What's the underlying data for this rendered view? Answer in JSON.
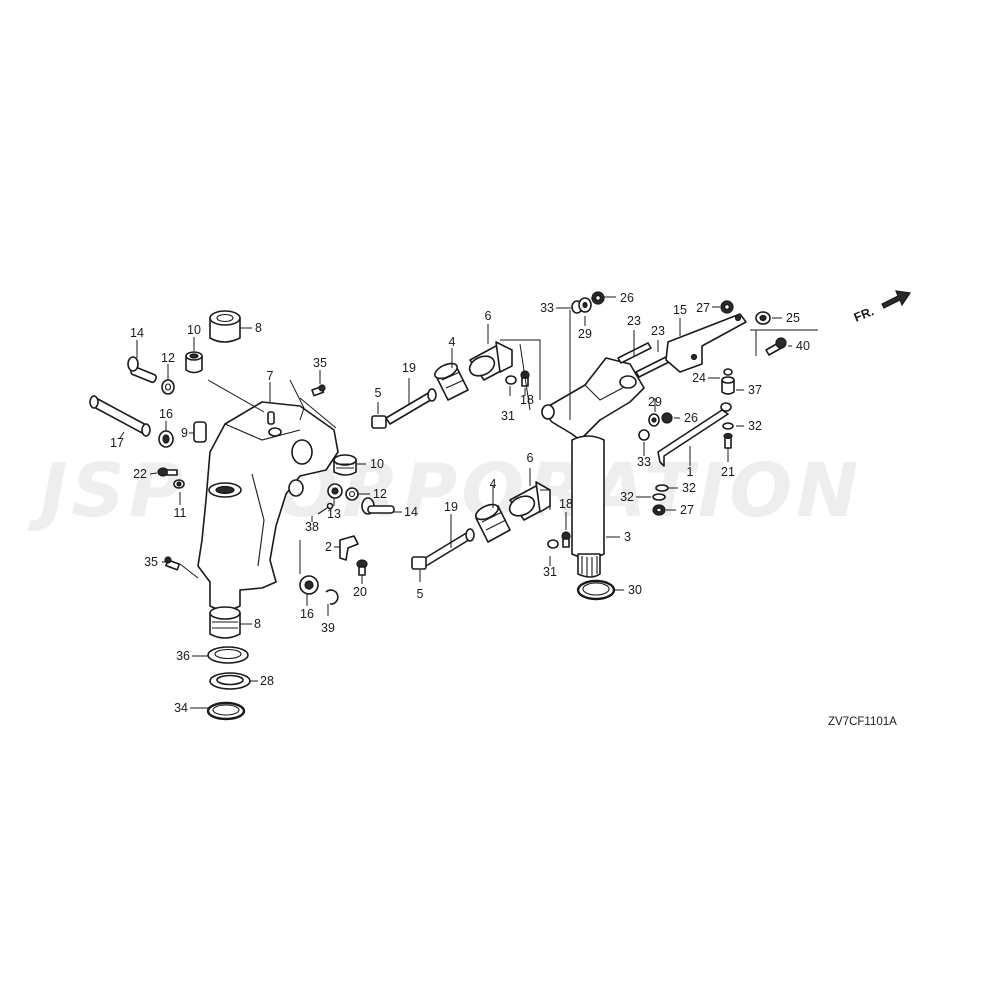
{
  "watermark_text": "JSP CORPORATION",
  "diagram_code": "ZV7CF1101A",
  "direction_label": "FR.",
  "callouts": {
    "c14a": "14",
    "c10a": "10",
    "c8a": "8",
    "c12a": "12",
    "c7": "7",
    "c35a": "35",
    "c17": "17",
    "c16a": "16",
    "c9": "9",
    "c22": "22",
    "c11": "11",
    "c10b": "10",
    "c12b": "12",
    "c13": "13",
    "c14b": "14",
    "c38": "38",
    "c35b": "35",
    "c2": "2",
    "c20": "20",
    "c16b": "16",
    "c39": "39",
    "c8b": "8",
    "c36": "36",
    "c28": "28",
    "c34": "34",
    "c19a": "19",
    "c5a": "5",
    "c4a": "4",
    "c6a": "6",
    "c31a": "31",
    "c18a": "18",
    "c33a": "33",
    "c29a": "29",
    "c26a": "26",
    "c23a": "23",
    "c23b": "23",
    "c15": "15",
    "c27a": "27",
    "c25": "25",
    "c40": "40",
    "c24": "24",
    "c37": "37",
    "c29b": "29",
    "c26b": "26",
    "c33b": "33",
    "c32a": "32",
    "c1": "1",
    "c21": "21",
    "c32b": "32",
    "c32c": "32",
    "c27b": "27",
    "c6b": "6",
    "c4b": "4",
    "c19b": "19",
    "c18b": "18",
    "c3": "3",
    "c31b": "31",
    "c5b": "5",
    "c30": "30"
  }
}
